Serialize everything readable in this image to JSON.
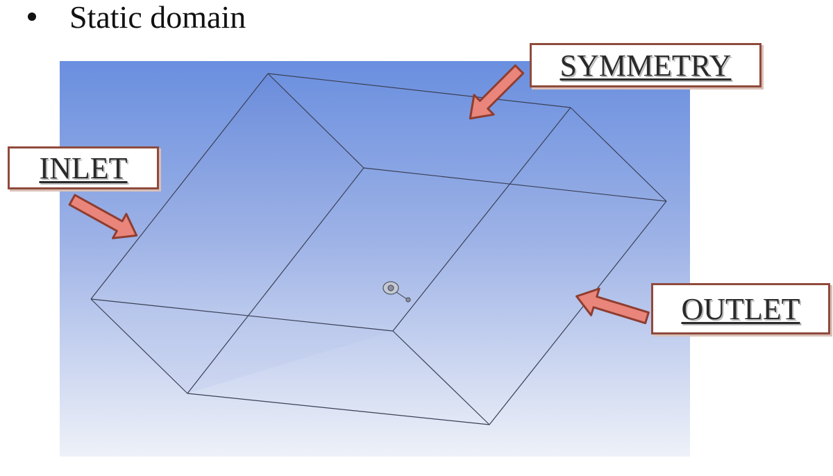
{
  "slide": {
    "bullet": "Static domain"
  },
  "labels": {
    "symmetry": "SYMMETRY",
    "inlet": "INLET",
    "outlet": "OUTLET"
  },
  "icons": {
    "bullet": "bullet-dot-icon",
    "arrows": "arrow-icon",
    "model": "propeller-model-icon"
  },
  "colors": {
    "viewport_top": "#6a8fdf",
    "viewport_bottom": "#eef1f8",
    "arrow_fill": "#e9857a",
    "arrow_stroke": "#8f3d30",
    "label_border": "#8f4a3c",
    "edge_line": "#3a3f55"
  }
}
